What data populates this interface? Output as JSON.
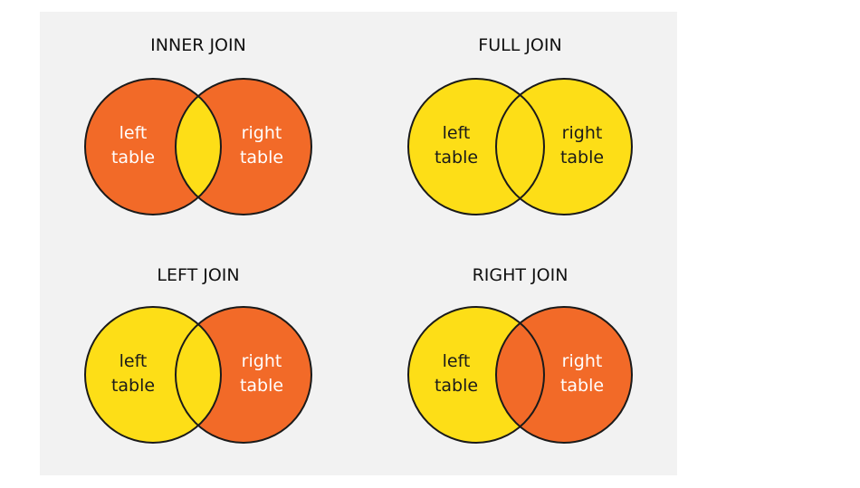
{
  "colors": {
    "highlight": "#f26a28",
    "base": "#fdde17",
    "outline": "#1a1a1a",
    "text_dark": "#1a1a1a",
    "text_light": "#ffffff"
  },
  "diagrams": [
    {
      "id": "inner-join",
      "title": "INNER JOIN",
      "left": {
        "line1": "left",
        "line2": "table",
        "fill": "highlight"
      },
      "overlap": {
        "fill": "base"
      },
      "right": {
        "line1": "right",
        "line2": "table",
        "fill": "highlight"
      }
    },
    {
      "id": "full-join",
      "title": "FULL JOIN",
      "left": {
        "line1": "left",
        "line2": "table",
        "fill": "base"
      },
      "overlap": {
        "fill": "base"
      },
      "right": {
        "line1": "right",
        "line2": "table",
        "fill": "base"
      }
    },
    {
      "id": "left-join",
      "title": "LEFT JOIN",
      "left": {
        "line1": "left",
        "line2": "table",
        "fill": "base"
      },
      "overlap": {
        "fill": "base"
      },
      "right": {
        "line1": "right",
        "line2": "table",
        "fill": "highlight"
      }
    },
    {
      "id": "right-join",
      "title": "RIGHT JOIN",
      "left": {
        "line1": "left",
        "line2": "table",
        "fill": "base"
      },
      "overlap": {
        "fill": "highlight"
      },
      "right": {
        "line1": "right",
        "line2": "table",
        "fill": "highlight"
      }
    }
  ]
}
